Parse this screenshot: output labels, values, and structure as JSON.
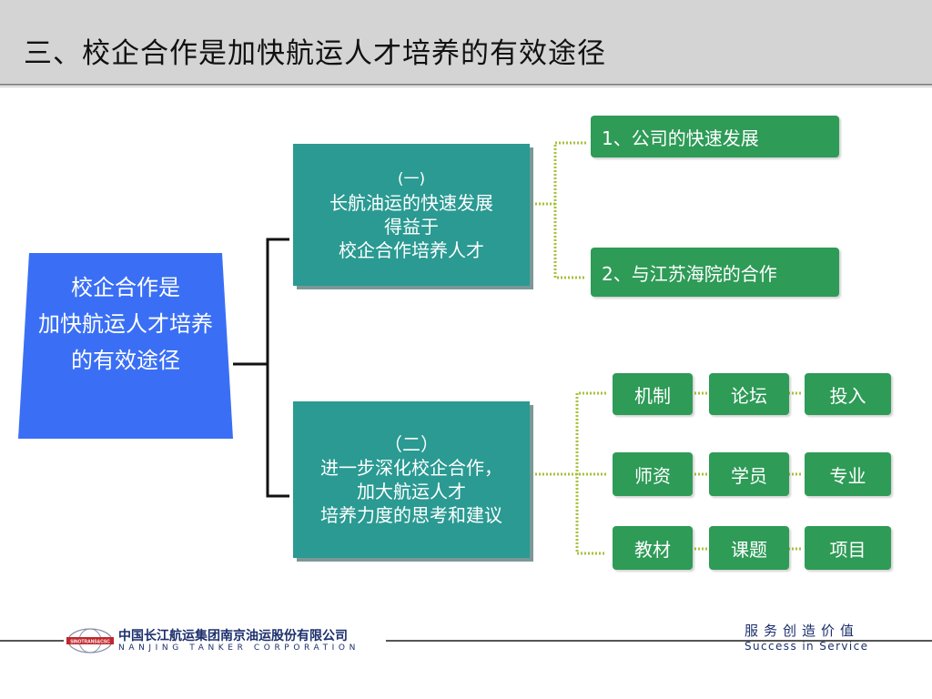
{
  "slide": {
    "title": "三、校企合作是加快航运人才培养的有效途径"
  },
  "diagram": {
    "root": {
      "line1": "校企合作是",
      "line2": "加快航运人才培养",
      "line3": "的有效途径"
    },
    "branch1": {
      "line1": "(一)",
      "line2": "长航油运的快速发展",
      "line3": "得益于",
      "line4": "校企合作培养人才",
      "items": [
        "1、公司的快速发展",
        "2、与江苏海院的合作"
      ]
    },
    "branch2": {
      "line1": "（二）",
      "line2": "进一步深化校企合作，",
      "line3": "加大航运人才",
      "line4": "培养力度的思考和建议",
      "rows": [
        [
          "机制",
          "论坛",
          "投入"
        ],
        [
          "师资",
          "学员",
          "专业"
        ],
        [
          "教材",
          "课题",
          "项目"
        ]
      ]
    }
  },
  "footer": {
    "logo_text": "SINOTRANS&CSC",
    "company_cn": "中国长江航运集团南京油运股份有限公司",
    "company_en": "NANJING TANKER CORPORATION",
    "slogan_cn": "服务创造价值",
    "slogan_en": "Success in Service"
  },
  "colors": {
    "teal": "#2a9a92",
    "green": "#2e9b57",
    "blue": "#3a6ff5",
    "connector": "#a6c23d",
    "header": "#d4d4d4"
  }
}
